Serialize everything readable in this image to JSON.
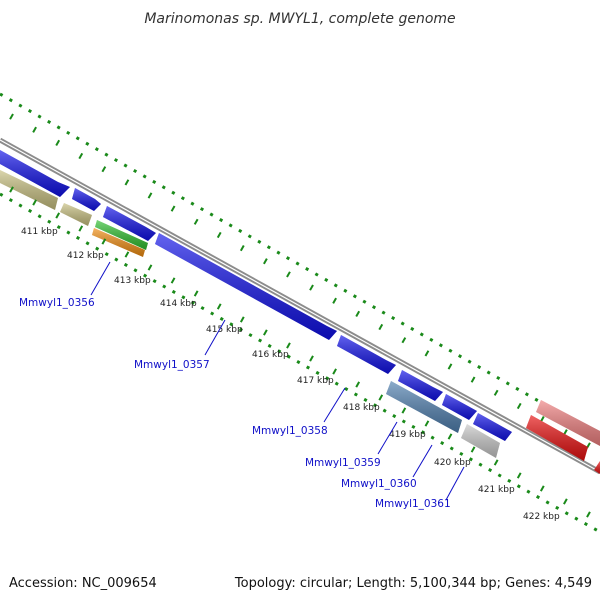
{
  "title": "Marinomonas sp. MWYL1, complete genome",
  "footer": {
    "accession": "Accession: NC_009654",
    "summary": "Topology: circular; Length: 5,100,344 bp; Genes: 4,549"
  },
  "ticks": [
    {
      "label": "411 kbp"
    },
    {
      "label": "412 kbp"
    },
    {
      "label": "413 kbp"
    },
    {
      "label": "414 kbp"
    },
    {
      "label": "415 kbp"
    },
    {
      "label": "416 kbp"
    },
    {
      "label": "417 kbp"
    },
    {
      "label": "418 kbp"
    },
    {
      "label": "419 kbp"
    },
    {
      "label": "420 kbp"
    },
    {
      "label": "421 kbp"
    },
    {
      "label": "422 kbp"
    }
  ],
  "gene_labels": [
    {
      "text": "Mmwyl1_0356"
    },
    {
      "text": "Mmwyl1_0357"
    },
    {
      "text": "Mmwyl1_0358"
    },
    {
      "text": "Mmwyl1_0359"
    },
    {
      "text": "Mmwyl1_0360"
    },
    {
      "text": "Mmwyl1_0361"
    }
  ],
  "colors": {
    "cds": "#1010e8",
    "backbone": "#8c8c8c",
    "gc_skew": "#1a8a1a",
    "rrna_tan": "#c8c080",
    "green_feature": "#30c030",
    "orange_feature": "#f08c10",
    "steelblue_feature": "#5080b0",
    "grey_feature": "#c0c0c0",
    "pink_feature": "#f08080",
    "red_feature": "#e81010",
    "label_text": "#1010c8"
  }
}
